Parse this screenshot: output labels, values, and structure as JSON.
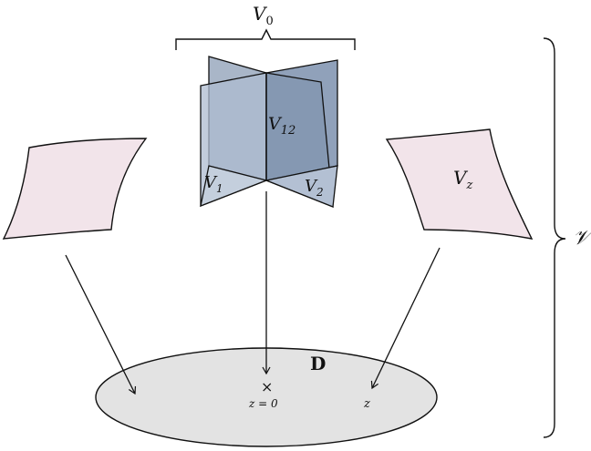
{
  "labels": {
    "v0": "V",
    "v0_sub": "0",
    "v12": "V",
    "v12_sub": "12",
    "v1": "V",
    "v1_sub": "1",
    "v2": "V",
    "v2_sub": "2",
    "vz": "V",
    "vz_sub": "z",
    "total_family": "𝒱",
    "disk": "D",
    "origin_marker": "×",
    "origin_label": "z = 0",
    "point_label": "z"
  },
  "colors": {
    "sheet_fill": "#f2e4ea",
    "plane_back": "#9aa9be",
    "plane_front": "#8497b2",
    "plane_light": "#c4cfdd",
    "disk_fill": "#e3e3e3",
    "stroke": "#111111"
  }
}
